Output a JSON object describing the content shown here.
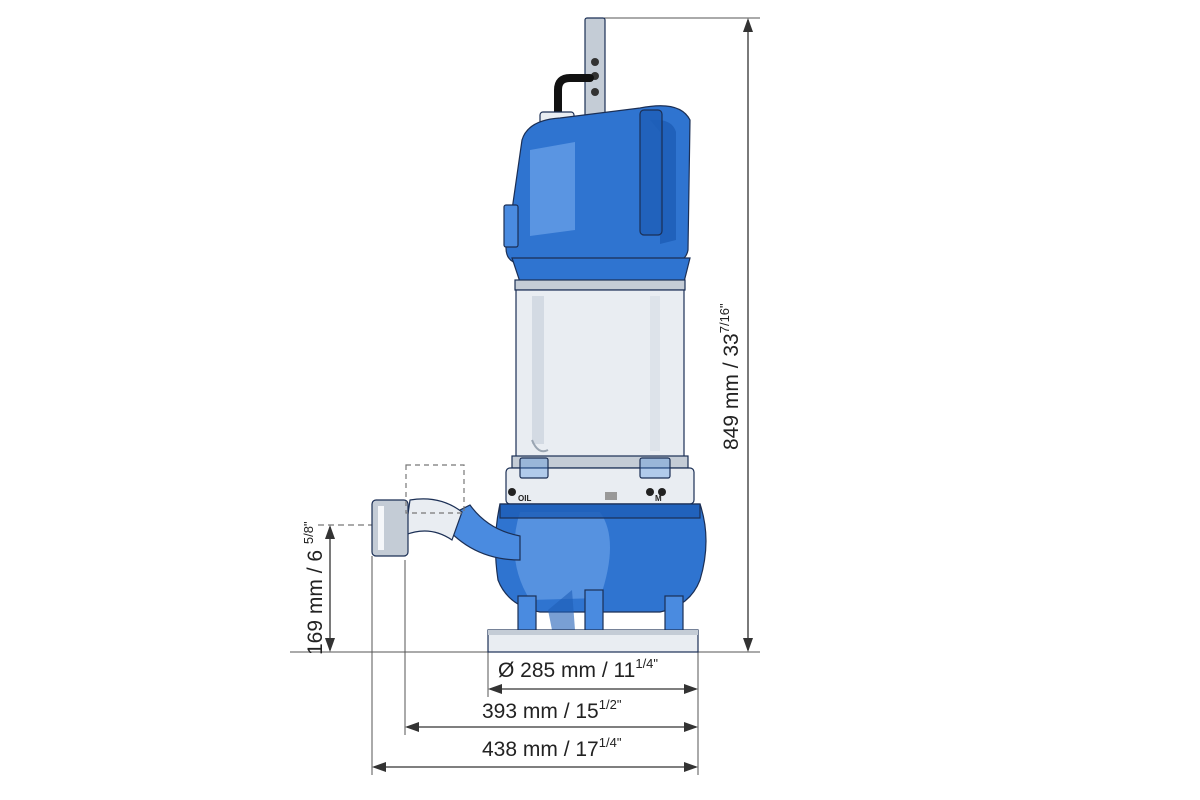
{
  "dimensions": {
    "height_total": {
      "main": "849 mm / 33",
      "frac": "7/16",
      "suffix": "\""
    },
    "outlet_height": {
      "main": "169 mm / 6 ",
      "frac": "5/8",
      "suffix": "\""
    },
    "base_diameter": {
      "main": "Ø 285 mm / 11",
      "frac": "1/4",
      "suffix": "\""
    },
    "width_393": {
      "main": "393 mm / 15",
      "frac": "1/2",
      "suffix": "\""
    },
    "width_438": {
      "main": "438 mm / 17",
      "frac": "1/4",
      "suffix": "\""
    }
  },
  "labels": {
    "oil": "OIL",
    "motor": "M"
  },
  "colors": {
    "pump_blue": "#2f74d0",
    "stainless": "#e9edf2",
    "dimension_ink": "#222222"
  }
}
